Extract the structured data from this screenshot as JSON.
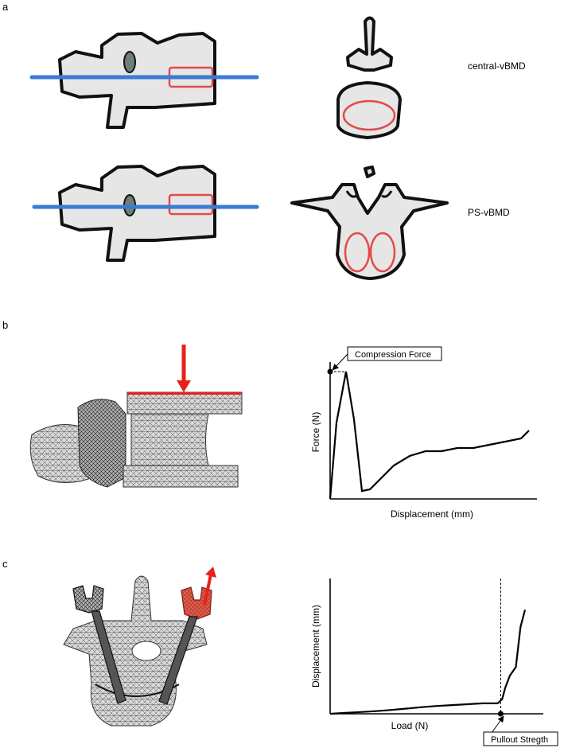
{
  "panels": {
    "a": {
      "letter": "a",
      "rows": [
        {
          "label": "central-vBMD"
        },
        {
          "label": "PS-vBMD"
        }
      ]
    },
    "b": {
      "letter": "b",
      "callout": "Compression Force"
    },
    "c": {
      "letter": "c",
      "callout": "Pullout Stregth"
    }
  },
  "colors": {
    "bone_fill": "#e6e6e6",
    "outline": "#111111",
    "roi": "#e34a4a",
    "scan_line": "#3a7bd5",
    "arrow": "#e8211c",
    "mesh_fill": "#cfcfcf"
  },
  "chart_data": [
    {
      "type": "line",
      "xlabel": "Displacement (mm)",
      "ylabel": "Force (N)",
      "x": [
        0,
        0.2,
        0.5,
        0.75,
        1.0,
        1.25,
        1.6,
        2.0,
        2.5,
        3.0,
        3.5,
        4.0,
        4.5,
        5.0,
        5.5,
        6.0,
        6.25
      ],
      "y": [
        0,
        4.8,
        8.0,
        5.0,
        0.5,
        0.6,
        1.3,
        2.1,
        2.7,
        3.0,
        3.0,
        3.2,
        3.2,
        3.4,
        3.6,
        3.8,
        4.3
      ],
      "xlim": [
        0,
        6.5
      ],
      "ylim": [
        0,
        8.0
      ],
      "annotations": [
        {
          "text": "Compression Force",
          "x": 0,
          "y": 8.0
        }
      ]
    },
    {
      "type": "line",
      "xlabel": "Load (N)",
      "ylabel": "Displacement (mm)",
      "x": [
        0,
        0.5,
        1.0,
        1.5,
        2.0,
        2.5,
        3.0,
        3.5,
        4.0,
        4.5,
        5.0,
        5.5,
        5.65,
        5.75,
        5.9,
        6.1,
        6.25,
        6.4
      ],
      "y": [
        0,
        0.05,
        0.1,
        0.15,
        0.22,
        0.3,
        0.38,
        0.45,
        0.5,
        0.55,
        0.6,
        0.6,
        0.85,
        1.5,
        2.2,
        2.7,
        5.0,
        6.0
      ],
      "xlim": [
        0,
        7.0
      ],
      "ylim": [
        0,
        6.2
      ],
      "annotations": [
        {
          "text": "Pullout Stregth",
          "x": 5.6,
          "y": 0
        }
      ]
    }
  ]
}
